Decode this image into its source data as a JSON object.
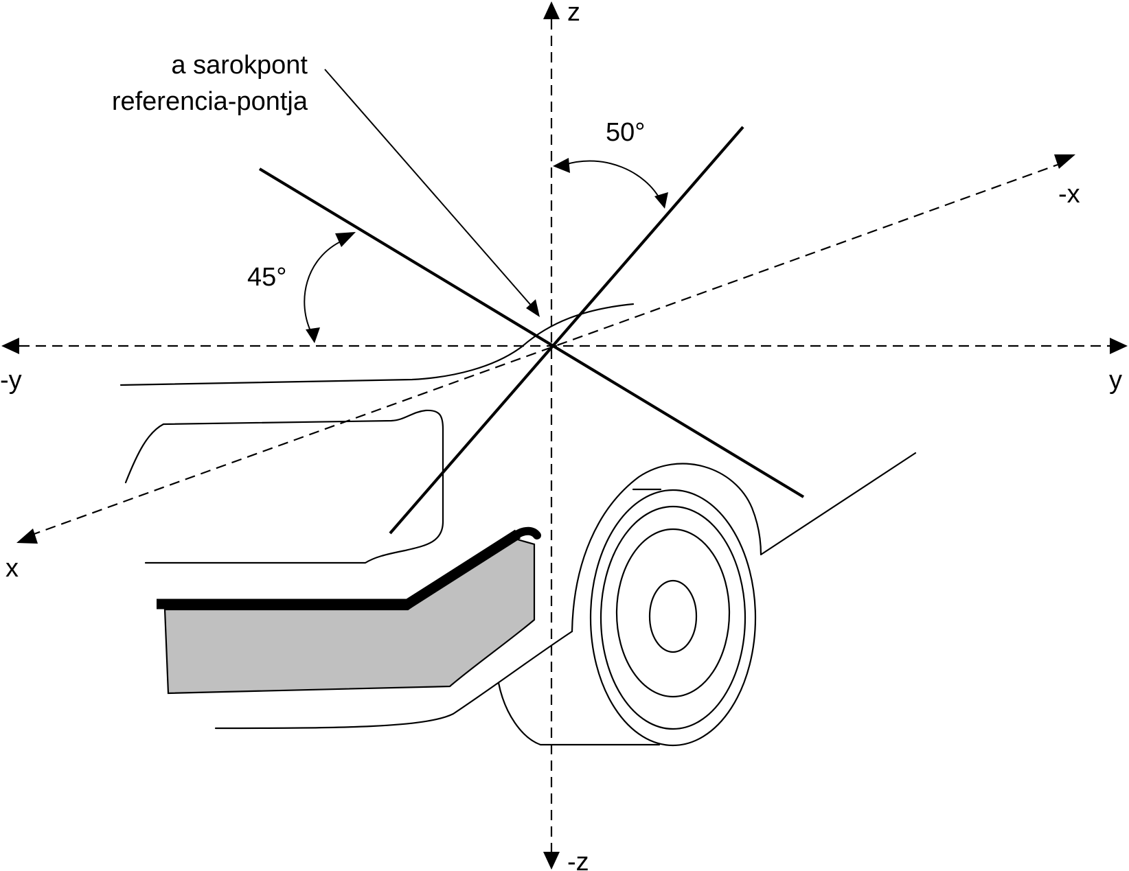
{
  "labels": {
    "z_pos": "z",
    "z_neg": "-z",
    "y_pos": "y",
    "y_neg": "-y",
    "x_pos": "x",
    "x_neg": "-x",
    "angle_50": "50°",
    "angle_45": "45°",
    "reference_line1": "a sarokpont",
    "reference_line2": "referencia-pontja"
  },
  "colors": {
    "line": "#000000",
    "bumper_fill": "#c0c0c0",
    "background": "#ffffff"
  }
}
